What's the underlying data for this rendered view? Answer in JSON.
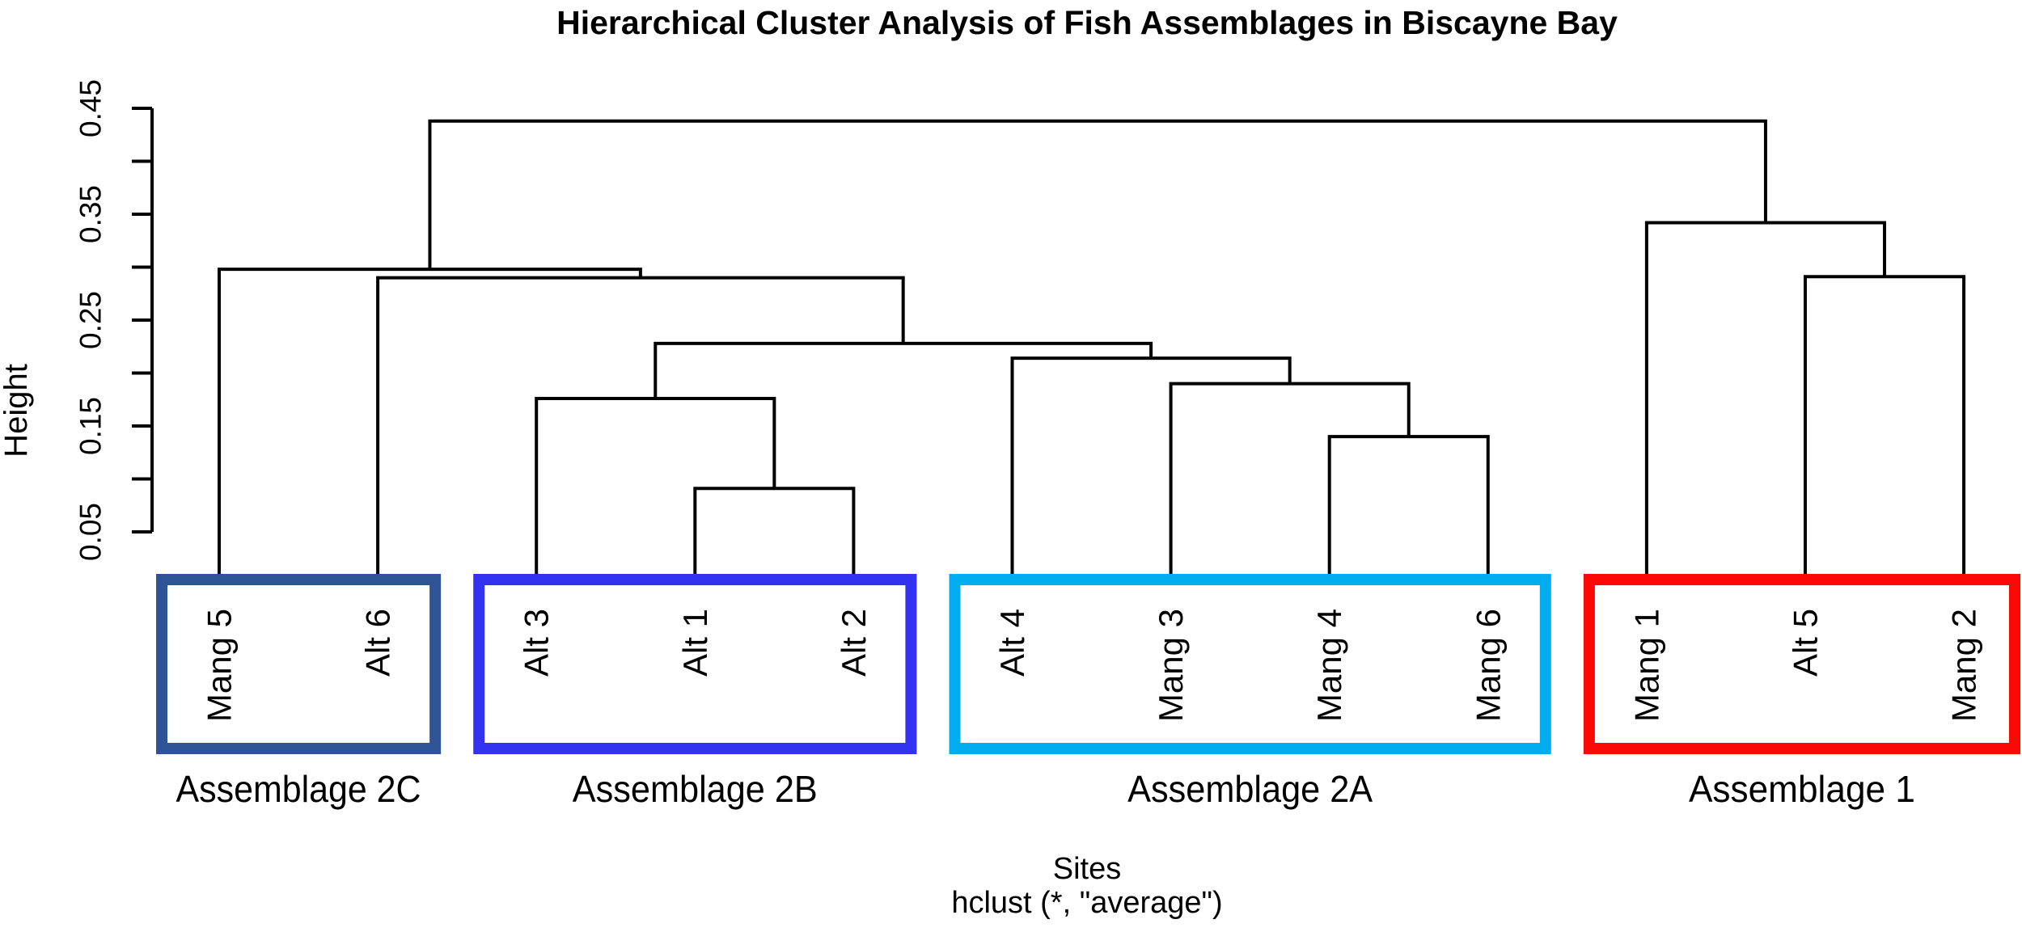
{
  "title": "Hierarchical Cluster Analysis of Fish Assemblages in Biscayne Bay",
  "chart_data": {
    "type": "dendrogram",
    "title": "Hierarchical Cluster Analysis of Fish Assemblages in Biscayne Bay",
    "ylabel": "Height",
    "xlabel": "Sites",
    "x_sub_label": "hclust (*, \"average\")",
    "y_axis": {
      "tick_values": [
        0.05,
        0.1,
        0.15,
        0.2,
        0.25,
        0.3,
        0.35,
        0.4,
        0.45
      ],
      "labeled_ticks": [
        "0.05",
        "0.15",
        "0.25",
        "0.35",
        "0.45"
      ],
      "range": [
        0.05,
        0.45
      ],
      "grid": "off"
    },
    "legend": "none",
    "leaves": [
      "Mang 5",
      "Alt 6",
      "Alt 3",
      "Alt 1",
      "Alt 2",
      "Alt 4",
      "Mang 3",
      "Mang 4",
      "Mang 6",
      "Mang 1",
      "Alt 5",
      "Mang 2"
    ],
    "merges": [
      {
        "id": "m1",
        "a": {
          "leaf": 3
        },
        "b": {
          "leaf": 4
        },
        "height": 0.091
      },
      {
        "id": "m2",
        "a": {
          "leaf": 7
        },
        "b": {
          "leaf": 8
        },
        "height": 0.14
      },
      {
        "id": "m3",
        "a": {
          "leaf": 2
        },
        "b": {
          "merge": "m1"
        },
        "height": 0.176
      },
      {
        "id": "m4",
        "a": {
          "leaf": 6
        },
        "b": {
          "merge": "m2"
        },
        "height": 0.19
      },
      {
        "id": "m5",
        "a": {
          "leaf": 5
        },
        "b": {
          "merge": "m4"
        },
        "height": 0.214
      },
      {
        "id": "m6",
        "a": {
          "merge": "m3"
        },
        "b": {
          "merge": "m5"
        },
        "height": 0.228
      },
      {
        "id": "m7",
        "a": {
          "leaf": 1
        },
        "b": {
          "merge": "m6"
        },
        "height": 0.29
      },
      {
        "id": "m8",
        "a": {
          "leaf": 0
        },
        "b": {
          "merge": "m7"
        },
        "height": 0.298
      },
      {
        "id": "m9",
        "a": {
          "leaf": 10
        },
        "b": {
          "leaf": 11
        },
        "height": 0.291
      },
      {
        "id": "m10",
        "a": {
          "leaf": 9
        },
        "b": {
          "merge": "m9"
        },
        "height": 0.342
      },
      {
        "id": "m11",
        "a": {
          "merge": "m8"
        },
        "b": {
          "merge": "m10"
        },
        "height": 0.438
      }
    ],
    "clusters": [
      {
        "label": "Assemblage 2C",
        "leaf_span": [
          0,
          1
        ],
        "color": "#2F5496"
      },
      {
        "label": "Assemblage 2B",
        "leaf_span": [
          2,
          4
        ],
        "color": "#3232F0"
      },
      {
        "label": "Assemblage 2A",
        "leaf_span": [
          5,
          8
        ],
        "color": "#00AEEF"
      },
      {
        "label": "Assemblage 1",
        "leaf_span": [
          9,
          11
        ],
        "color": "#FB0A05"
      }
    ],
    "line_color": "#000000",
    "text_color": "#000000"
  }
}
